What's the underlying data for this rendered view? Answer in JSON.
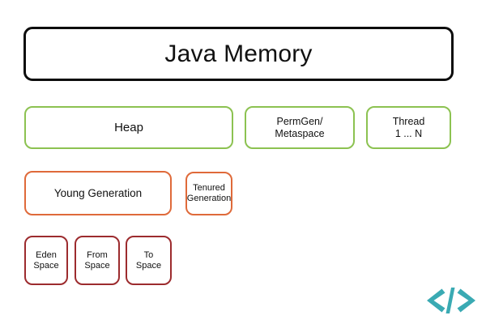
{
  "diagram": {
    "title": "Java Memory",
    "rows": {
      "runtime_areas": [
        {
          "label": "Heap"
        },
        {
          "label": "PermGen/\nMetaspace"
        },
        {
          "label": "Thread\n1 ... N"
        }
      ],
      "heap_generations": [
        {
          "label": "Young Generation"
        },
        {
          "label": "Tenured\nGeneration"
        }
      ],
      "young_gen_spaces": [
        {
          "label": "Eden\nSpace"
        },
        {
          "label": "From\nSpace"
        },
        {
          "label": "To\nSpace"
        }
      ]
    }
  },
  "logo": {
    "name": "code-brackets-logo",
    "glyph": "</>",
    "color": "#3aaab3"
  },
  "colors": {
    "background": "#ffffff",
    "title_border": "#0d0d0d",
    "green_border": "#8cc251",
    "orange_border": "#df6a3a",
    "darkred_border": "#9c2b2e",
    "text": "#111111",
    "logo_teal": "#3aaab3"
  }
}
